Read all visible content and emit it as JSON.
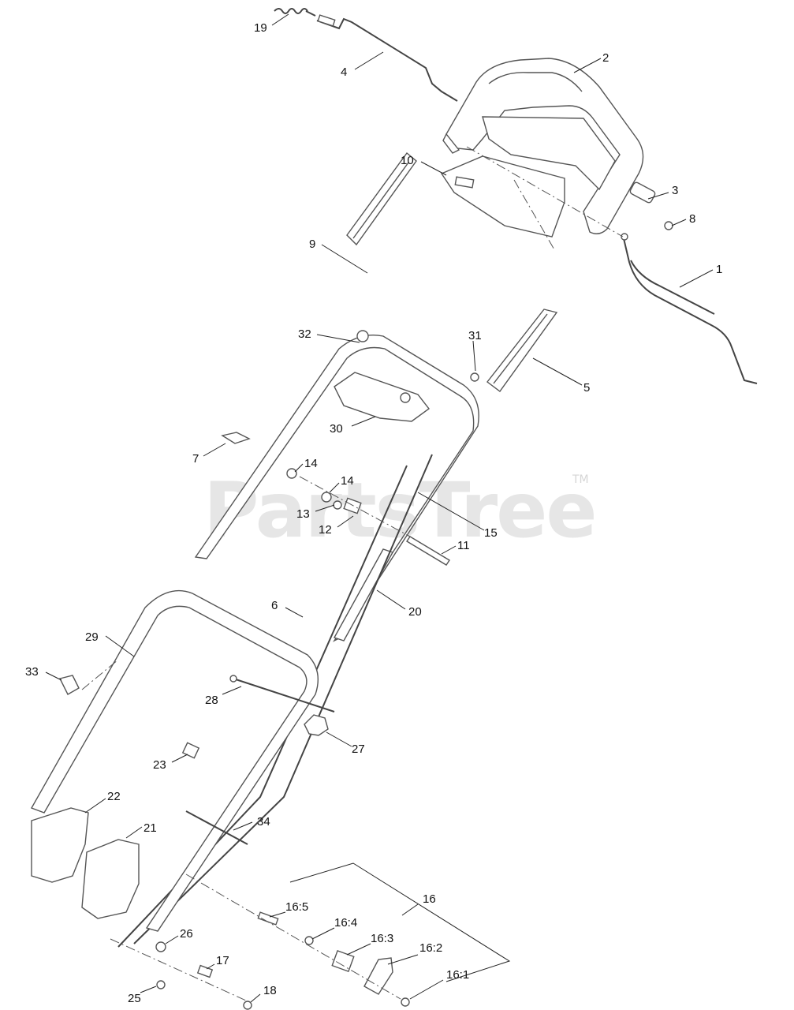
{
  "watermark": {
    "text": "PartsTree",
    "trademark": "TM"
  },
  "callouts": {
    "c1": "1",
    "c2": "2",
    "c3": "3",
    "c4": "4",
    "c5": "5",
    "c6": "6",
    "c7": "7",
    "c8": "8",
    "c9": "9",
    "c10": "10",
    "c11": "11",
    "c12": "12",
    "c13": "13",
    "c14a": "14",
    "c14b": "14",
    "c15": "15",
    "c16": "16",
    "c16_1": "16:1",
    "c16_2": "16:2",
    "c16_3": "16:3",
    "c16_4": "16:4",
    "c16_5": "16:5",
    "c17": "17",
    "c18": "18",
    "c19": "19",
    "c20": "20",
    "c21": "21",
    "c22": "22",
    "c23": "23",
    "c25": "25",
    "c26": "26",
    "c27": "27",
    "c28": "28",
    "c29": "29",
    "c30": "30",
    "c31": "31",
    "c32": "32",
    "c33": "33",
    "c34": "34"
  }
}
